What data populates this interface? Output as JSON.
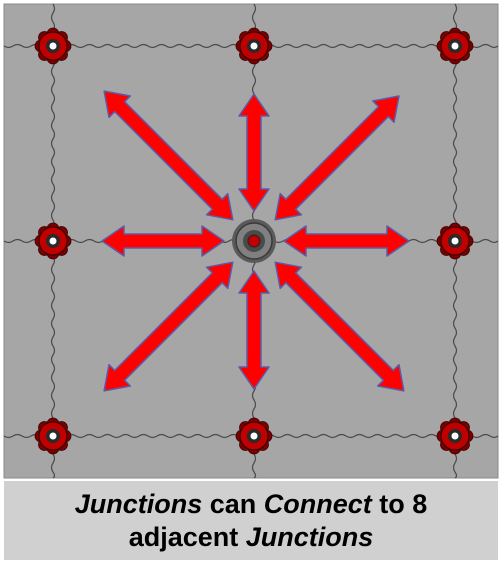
{
  "colors": {
    "background": "#a6a6a6",
    "caption_background": "#d0d0d0",
    "arrow_fill": "#ff0000",
    "arrow_stroke": "#5b5ba8",
    "junction_outer": "#7a0000",
    "junction_inner": "#c00000",
    "center_junction": "#808080",
    "seam": "#4a4a4a"
  },
  "diagram": {
    "junction_count": 9,
    "center_junction_icon": "connector-hub-icon",
    "outer_junction_icon": "junction-node-icon",
    "arrow_icon": "double-headed-arrow-icon",
    "arrow_directions": [
      "N",
      "NE",
      "E",
      "SE",
      "S",
      "SW",
      "W",
      "NW"
    ]
  },
  "caption": {
    "line1_part1": "Junctions",
    "line1_part2": " can ",
    "line1_part3": "Connect",
    "line1_part4": " to 8",
    "line2_part1": "adjacent ",
    "line2_part2": "Junctions"
  }
}
